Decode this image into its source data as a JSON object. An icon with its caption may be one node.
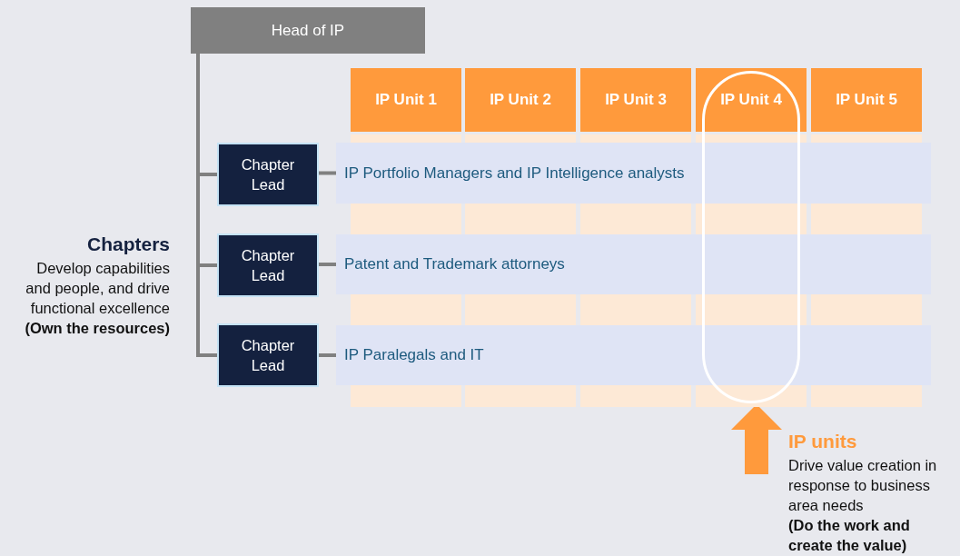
{
  "diagram": {
    "nodes": [
      {
        "text": [
          "Head of IP"
        ]
      },
      {
        "text": [
          "IP Unit 1"
        ]
      },
      {
        "text": [
          "IP Unit 2"
        ]
      },
      {
        "text": [
          "IP Unit 3"
        ]
      },
      {
        "text": [
          "IP Unit 4"
        ]
      },
      {
        "text": [
          "IP Unit 5"
        ]
      },
      {
        "text": [
          "Chapter Lead"
        ]
      },
      {
        "text": [
          "Chapter Lead"
        ]
      },
      {
        "text": [
          "Chapter Lead"
        ]
      },
      {
        "text": [
          "IP Portfolio Managers and IP Intelligence analysts"
        ]
      },
      {
        "text": [
          "Patent and Trademark attorneys"
        ]
      },
      {
        "text": [
          "IP Paralegals and IT"
        ]
      },
      {
        "text": [],
        "shape": "box"
      }
    ],
    "edges": [
      {
        "from": 0,
        "to": 6,
        "arrow": "none"
      },
      {
        "from": 0,
        "to": 7,
        "arrow": "none"
      },
      {
        "from": 0,
        "to": 8,
        "arrow": "none"
      },
      {
        "from": 6,
        "to": 9,
        "arrow": "none"
      },
      {
        "from": 7,
        "to": 10,
        "arrow": "none"
      },
      {
        "from": 8,
        "to": 11,
        "arrow": "none"
      },
      {
        "from": null,
        "to": 12,
        "arrow": "to",
        "style": "thick",
        "color": "#ff9a3c"
      }
    ],
    "labels": [
      "Chapters",
      "Develop capabilities and people, and drive functional excellence",
      "(Own the resources)",
      "IP units",
      "Drive value creation in response to business area needs",
      "(Do the work and create the value)"
    ]
  }
}
